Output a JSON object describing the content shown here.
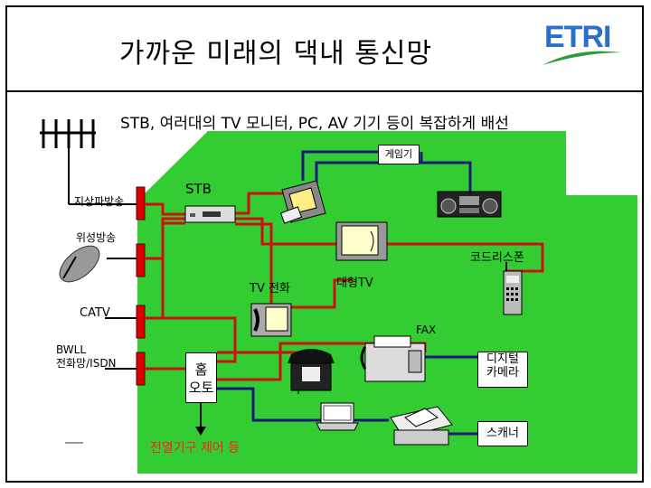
{
  "title": "가까운 미래의 댁내 통신망",
  "logo_text": "ETRI",
  "subtitle": "STB, 여러대의 TV 모니터, PC, AV 기기 등이 복잡하게 배선",
  "labels": {
    "game": "게임기",
    "terrestrial": "지상파방송",
    "stb": "STB",
    "satellite": "위성방송",
    "cordless": "코드리스폰",
    "tv_phone": "TV 전화",
    "large_tv": "대형TV",
    "catv": "CATV",
    "fax": "FAX",
    "bwll": "BWLL\n전화망/ISDN",
    "home_auto": "홈\n오토",
    "digital_camera": "디지털\n카메라",
    "scanner": "스캐너",
    "appliance_control": "전열기구 제어 등"
  },
  "colors": {
    "house": "#33cc33",
    "wire_red": "#cc1111",
    "wire_navy": "#1a1a7a",
    "jack": "#dd0000",
    "logo_blue": "#2a6fc9",
    "logo_green": "#2e9a3e"
  },
  "icons": [
    "antenna-icon",
    "satellite-dish-icon",
    "stb-icon",
    "game-console-icon",
    "boombox-icon",
    "tv-icon",
    "cordless-phone-icon",
    "tv-phone-icon",
    "telephone-icon",
    "fax-icon",
    "laptop-icon",
    "printer-scanner-icon"
  ]
}
